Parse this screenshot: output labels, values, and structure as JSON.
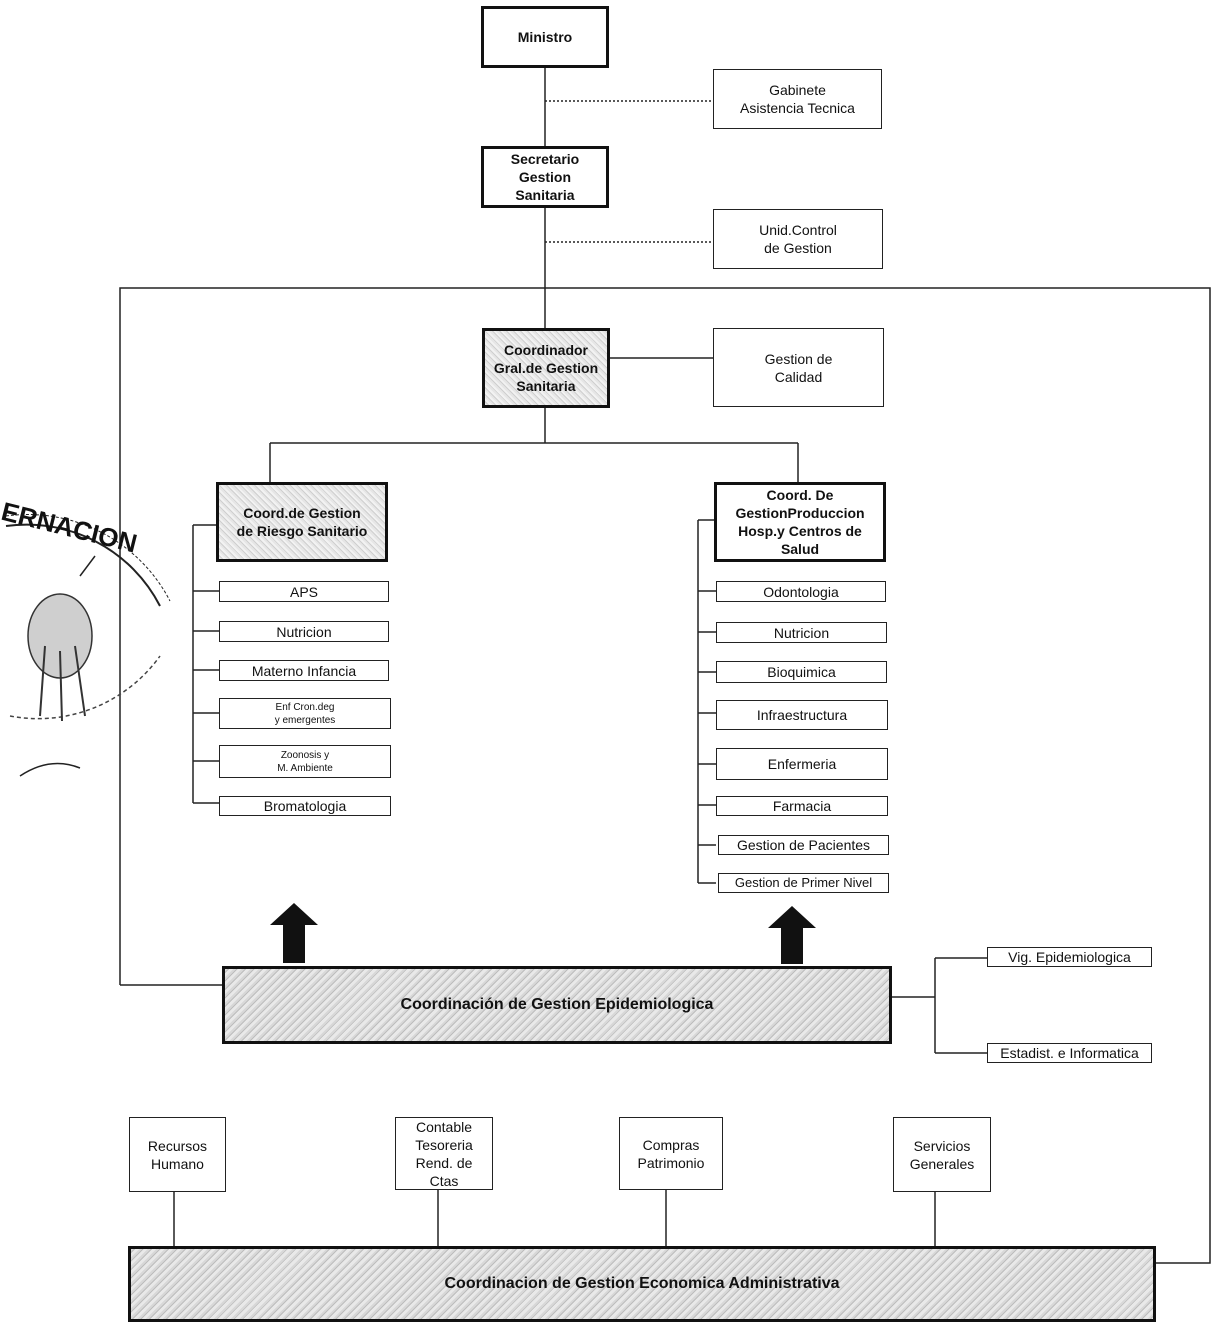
{
  "top": {
    "ministro": "Ministro",
    "gabinete": "Gabinete\nAsistencia Tecnica",
    "secretario": "Secretario\nGestion\nSanitaria",
    "unid_control": "Unid.Control\nde Gestion",
    "coordinador_gral": "Coordinador\nGral.de Gestion\nSanitaria",
    "gestion_calidad": "Gestion de\nCalidad"
  },
  "left_branch": {
    "title": "Coord.de Gestion\nde Riesgo Sanitario",
    "items": [
      "APS",
      "Nutricion",
      "Materno Infancia",
      "Enf Cron.deg\ny emergentes",
      "Zoonosis y\nM. Ambiente",
      "Bromatologia"
    ]
  },
  "right_branch": {
    "title": "Coord. De\nGestionProduccion\nHosp.y Centros de\nSalud",
    "items": [
      "Odontologia",
      "Nutricion",
      "Bioquimica",
      "Infraestructura",
      "Enfermeria",
      "Farmacia",
      "Gestion de Pacientes",
      "Gestion de Primer Nivel"
    ]
  },
  "epidemiologica": {
    "title": "Coordinación de Gestion Epidemiologica",
    "vig": "Vig. Epidemiologica",
    "estadist": "Estadist. e Informatica"
  },
  "economica": {
    "title": "Coordinacion de Gestion Economica Administrativa",
    "units": [
      "Recursos\nHumano",
      "Contable\nTesoreria\nRend. de\nCtas",
      "Compras\nPatrimonio",
      "Servicios\nGenerales"
    ]
  },
  "seal": {
    "text": "ERNACION"
  }
}
